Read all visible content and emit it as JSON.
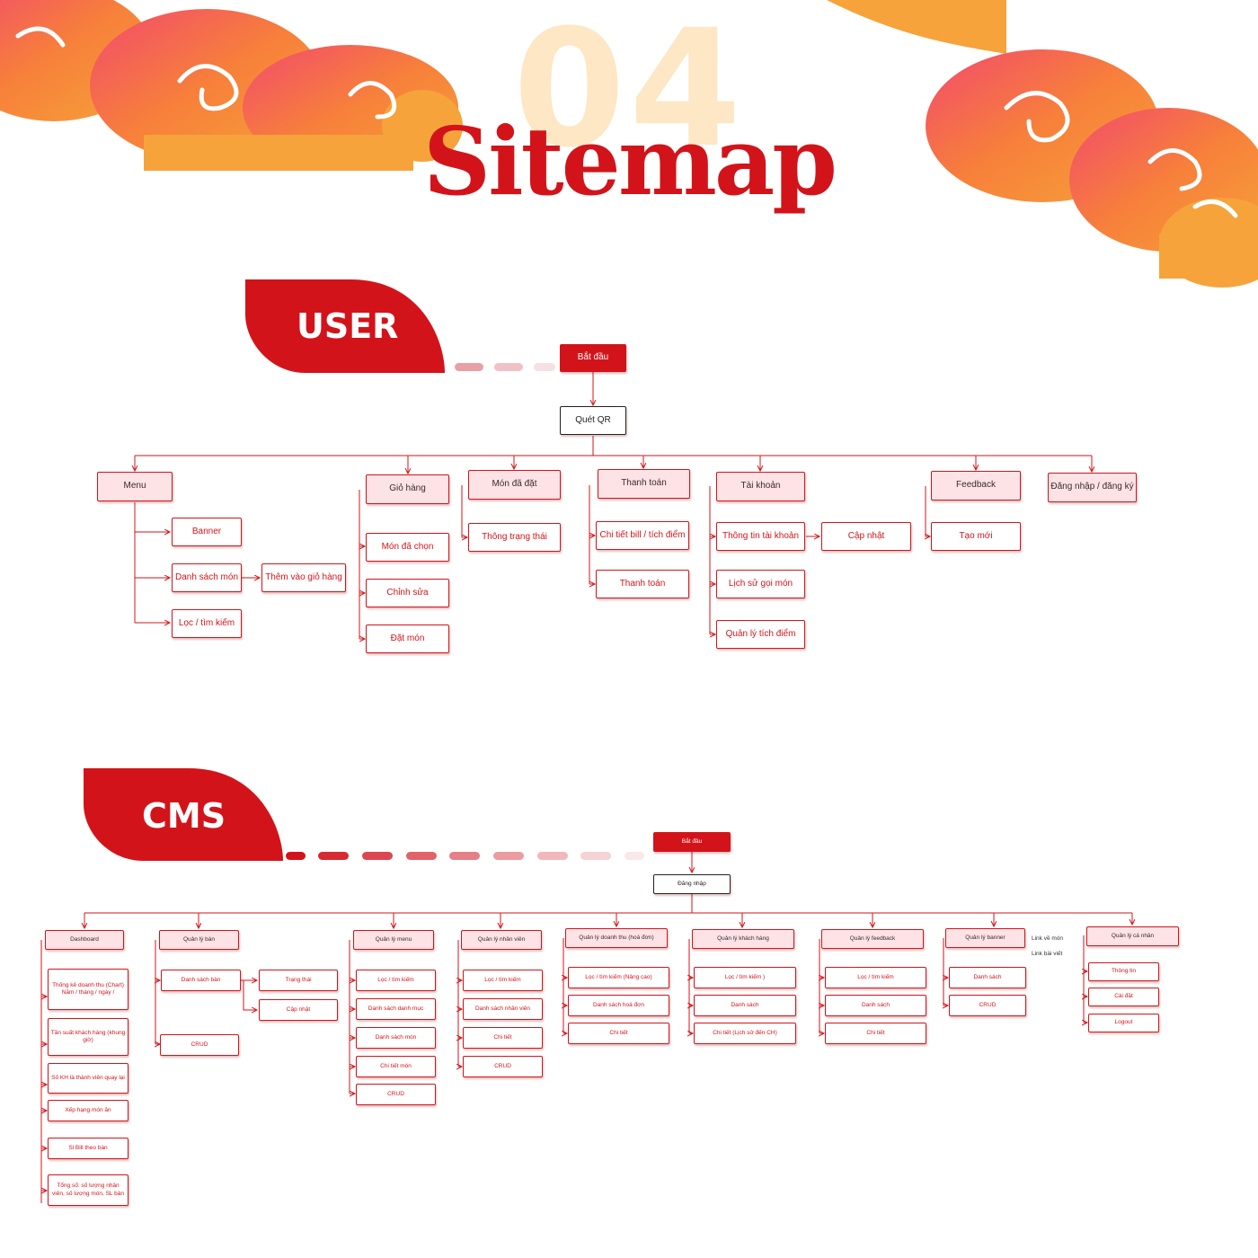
{
  "header": {
    "number": "04",
    "title": "Sitemap"
  },
  "colors": {
    "primary": "#d2141a",
    "cloud": "#f6a33b",
    "cloud_pink": "#f24a6e",
    "number": "#fde7c4",
    "header_fill": "#fde3e6"
  },
  "user": {
    "label": "USER",
    "start": "Bắt đầu",
    "scan": "Quét QR",
    "menu": {
      "title": "Menu",
      "banner": "Banner",
      "list": "Danh sách món",
      "add_cart": "Thêm vào giỏ hàng",
      "filter": "Lọc / tìm kiếm"
    },
    "cart": {
      "title": "Giỏ hàng",
      "selected": "Món đã chọn",
      "edit": "Chỉnh sửa",
      "order": "Đặt món"
    },
    "ordered": {
      "title": "Món đã đặt",
      "status": "Thông  trạng thái"
    },
    "payment": {
      "title": "Thanh toán",
      "bill": "Chi tiết bill / tích điểm",
      "pay": "Thanh toán"
    },
    "account": {
      "title": "Tài khoản",
      "info": "Thông tin tài khoản",
      "update": "Cập nhật",
      "history": "Lịch sử gọi món",
      "points": "Quản lý tích điểm"
    },
    "feedback": {
      "title": "Feedback",
      "create": "Tạo mới"
    },
    "login": {
      "title": "Đăng nhập / đăng ký"
    }
  },
  "cms": {
    "label": "CMS",
    "start": "Bắt đầu",
    "login": "Đăng nhập",
    "dashboard": {
      "title": "Dashboard",
      "items": [
        "Thống kê doanh thu (Chart) Năm / tháng / ngày /",
        "Tần suất khách hàng (khung giờ)",
        "Số KH là thành viên quay lại",
        "Xếp hạng món ăn",
        "Sl Bill theo bàn",
        "Tổng số: số lượng nhân viên, số lượng món, SL bàn"
      ]
    },
    "tables": {
      "title": "Quản lý bàn",
      "list": "Danh sách bàn",
      "status": "Trạng thái",
      "update": "Cập nhật",
      "crud": "CRUD"
    },
    "menu": {
      "title": "Quản lý menu",
      "items": [
        "Lọc / tìm kiếm",
        "Danh sách danh mục",
        "Danh sách món",
        "Chi tiết món",
        "CRUD"
      ]
    },
    "staff": {
      "title": "Quản lý nhân viên",
      "items": [
        "Lọc / tìm kiếm",
        "Danh sách nhân viên",
        "Chi tiết",
        "CRUD"
      ]
    },
    "revenue": {
      "title": "Quản lý doanh thu (hoá đơn)",
      "items": [
        "Lọc / tìm kiếm (Nâng cao)",
        "Danh sách hoá đơn",
        "Chi tiết"
      ]
    },
    "customers": {
      "title": "Quản lý khách hàng",
      "items": [
        "Lọc / tìm kiếm )",
        "Danh sách",
        "Chi tiết (Lịch sử đến CH)"
      ]
    },
    "feedback": {
      "title": "Quản lý feedback",
      "items": [
        "Lọc / tìm kiếm",
        "Danh sách",
        "Chi tiết"
      ]
    },
    "banner": {
      "title": "Quản lý banner",
      "items": [
        "Danh sách",
        "CRUD"
      ],
      "notes": [
        "Link về món",
        "Link bài viết"
      ]
    },
    "personal": {
      "title": "Quản lý cá nhân",
      "items": [
        "Thông tin",
        "Cài đặt",
        "Logout"
      ]
    }
  }
}
